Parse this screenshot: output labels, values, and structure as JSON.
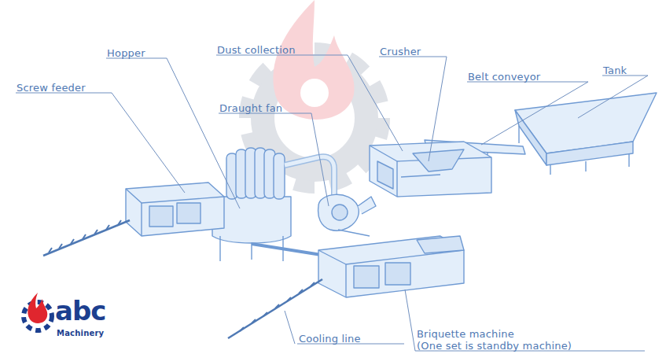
{
  "diagram": {
    "labels": [
      "Hopper",
      "Dust collection",
      "Crusher",
      "Screw feeder",
      "Draught fan",
      "Belt conveyor",
      "Tank",
      "Cooling line",
      "Briquette machine",
      "(One set is standby machine)",
      "abc",
      "Machinery"
    ]
  }
}
